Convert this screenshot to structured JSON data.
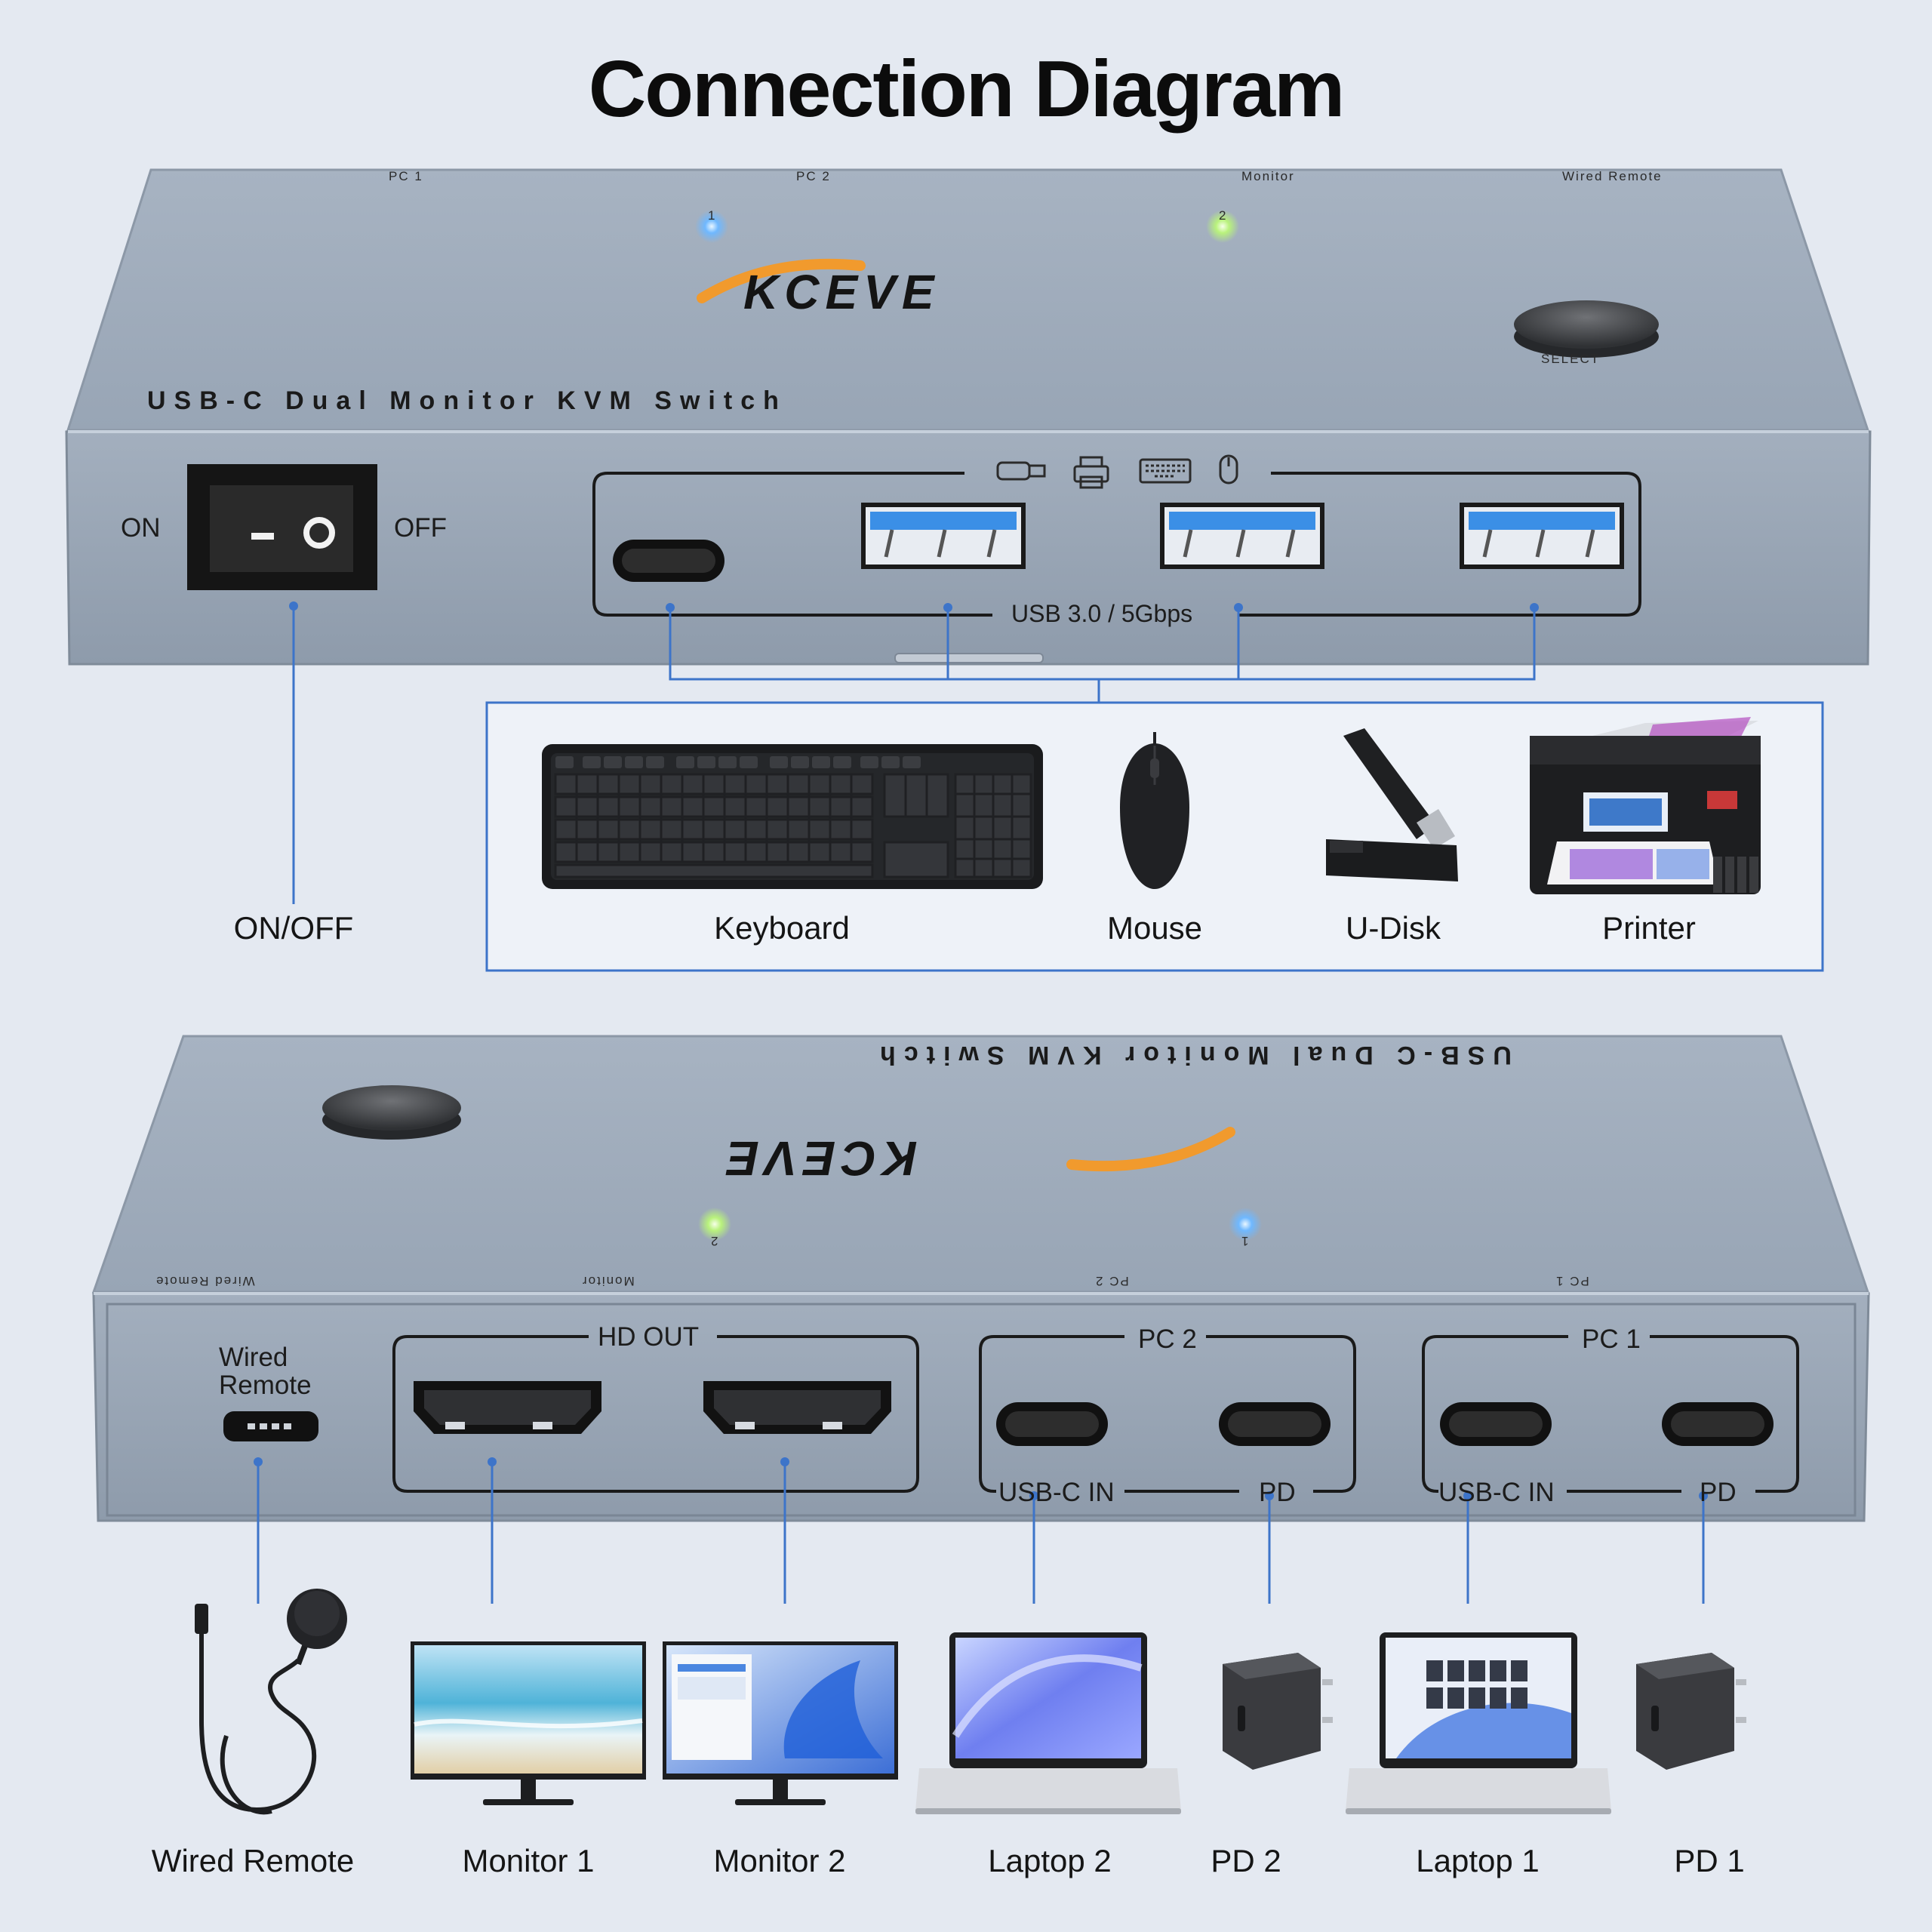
{
  "title": "Connection Diagram",
  "top_unit": {
    "product_strip": "USB-C Dual Monitor KVM Switch",
    "brand": "KCEVE",
    "top_labels": [
      "PC 1",
      "PC 2",
      "Monitor",
      "Wired Remote"
    ],
    "led_labels": [
      "1",
      "2"
    ],
    "select_label": "SELECT",
    "switch_on": "ON",
    "switch_off": "OFF",
    "usb_speed": "USB 3.0 / 5Gbps",
    "usb_icons": [
      "usb-drive-icon",
      "printer-icon",
      "keyboard-icon",
      "mouse-icon"
    ]
  },
  "peripherals": [
    {
      "label": "Keyboard"
    },
    {
      "label": "Mouse"
    },
    {
      "label": "U-Disk"
    },
    {
      "label": "Printer"
    }
  ],
  "onoff_label": "ON/OFF",
  "bottom_unit": {
    "product_strip": "USB-C Dual Monitor KVM Switch",
    "brand": "KCEVE",
    "top_labels": [
      "Wired Remote",
      "Monitor",
      "PC 2",
      "PC 1"
    ],
    "led_labels": [
      "2",
      "1"
    ],
    "wired_remote_port": "Wired\nRemote",
    "hd_out": "HD OUT",
    "pc2": "PC 2",
    "pc1": "PC 1",
    "usbc_in": "USB-C IN",
    "pd": "PD"
  },
  "devices": [
    {
      "label": "Wired Remote"
    },
    {
      "label": "Monitor 1"
    },
    {
      "label": "Monitor 2"
    },
    {
      "label": "Laptop 2"
    },
    {
      "label": "PD 2"
    },
    {
      "label": "Laptop 1"
    },
    {
      "label": "PD 1"
    }
  ],
  "colors": {
    "background": "#e4e9f1",
    "case": "#9ba8b7",
    "connector_line": "#3d74c9",
    "usb_blue": "#3b8fe6",
    "brand_orange": "#f19a2d",
    "led_blue": "#6fb8ff",
    "led_green": "#b9f27c"
  }
}
